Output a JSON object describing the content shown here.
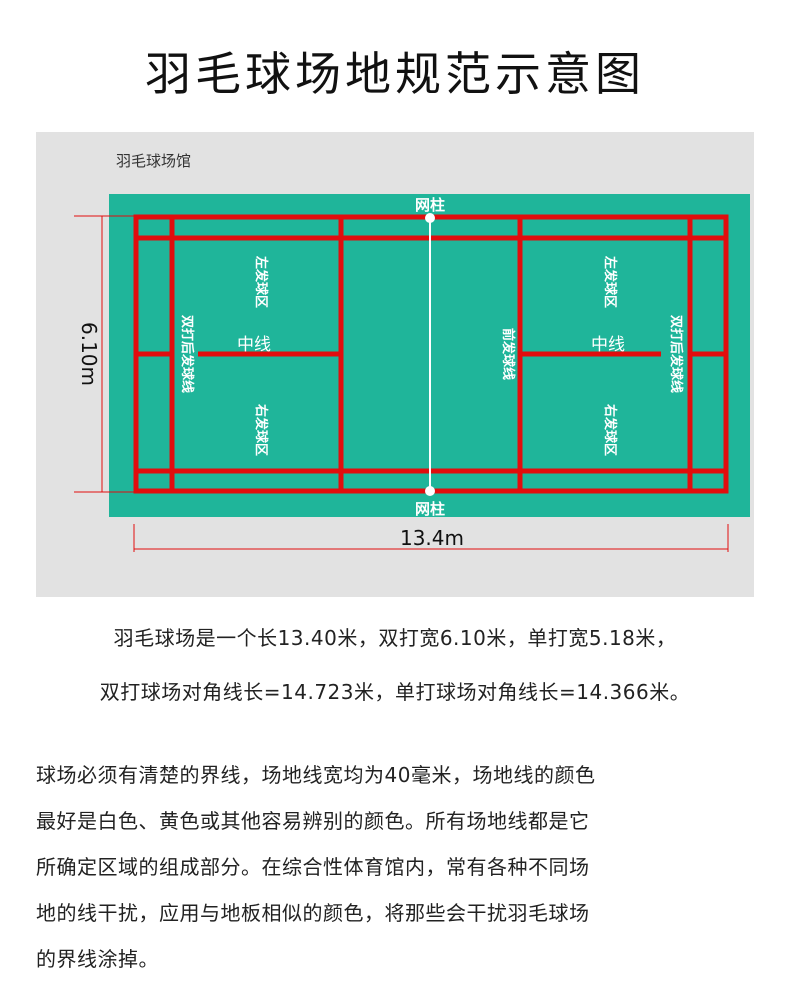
{
  "title": "羽毛球场地规范示意图",
  "diagram": {
    "venue_label": "羽毛球场馆",
    "post_top": "网柱",
    "post_bottom": "网柱",
    "width_dim": "6.10m",
    "length_dim": "13.4m",
    "left_zone_upper": "左发球区",
    "left_zone_lower": "右发球区",
    "right_zone_upper": "左发球区",
    "right_zone_lower": "右发球区",
    "center_line_left": "中线",
    "center_line_right": "中线",
    "doubles_long_left": "双打后发球线",
    "doubles_long_right": "双打后发球线",
    "short_service_line": "前发球线",
    "colors": {
      "court": "#1fb59a",
      "lines": "#e10d0d",
      "panel": "#e2e2e2",
      "dim": "#e10d0d"
    }
  },
  "summary": {
    "line1": "羽毛球场是一个长13.40米，双打宽6.10米，单打宽5.18米，",
    "line2": "双打球场对角线长=14.723米，单打球场对角线长=14.366米。"
  },
  "paragraph": {
    "line1": "球场必须有清楚的界线，场地线宽均为40毫米，场地线的颜色",
    "line2": "最好是白色、黄色或其他容易辨别的颜色。所有场地线都是它",
    "line3": "所确定区域的组成部分。在综合性体育馆内，常有各种不同场",
    "line4": "地的线干扰，应用与地板相似的颜色，将那些会干扰羽毛球场",
    "line5": "的界线涂掉。"
  }
}
